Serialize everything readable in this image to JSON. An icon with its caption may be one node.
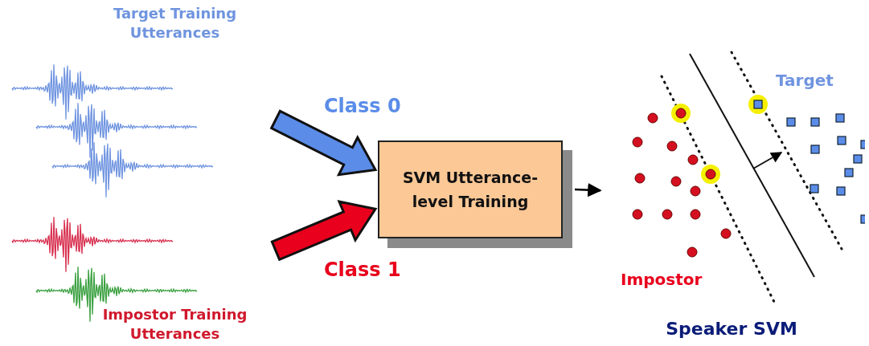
{
  "diagram": {
    "nodes": [
      {
        "text": [
          "Target Training Utterances"
        ]
      },
      {
        "text": [
          "Impostor Training Utterances"
        ]
      },
      {
        "text": [
          "SVM Utterance-level Training"
        ]
      },
      {
        "text": [
          "Speaker SVM"
        ]
      }
    ],
    "edges": [
      {
        "from": 0,
        "to": 2,
        "arrow": "to",
        "label": "Class 0",
        "style": "thick",
        "color": "#5b8de8"
      },
      {
        "from": 1,
        "to": 2,
        "arrow": "to",
        "label": "Class 1",
        "style": "thick",
        "color": "#e8001c"
      },
      {
        "from": 2,
        "to": 3,
        "arrow": "to"
      }
    ],
    "labels": [
      "Target",
      "Impostor"
    ]
  }
}
